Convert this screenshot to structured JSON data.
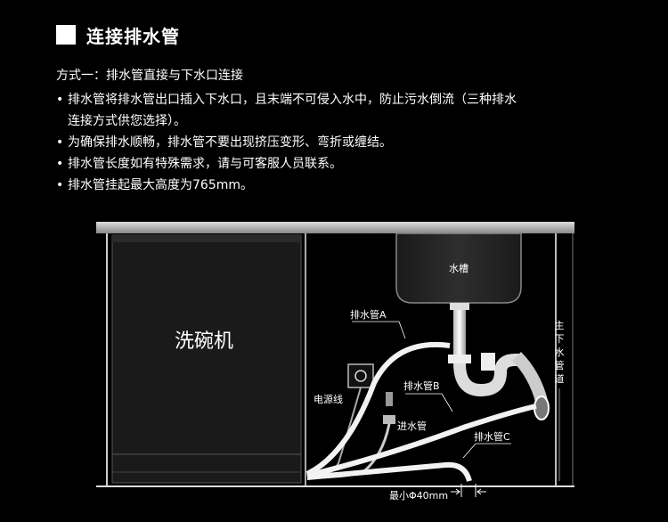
{
  "header": {
    "title": "连接排水管"
  },
  "intro": "方式一：排水管直接与下水口连接",
  "bullets": [
    {
      "line1": "排水管将排水管出口插入下水口，且末端不可侵入水中，防止污水倒流（三种排水",
      "line2": "连接方式供您选择）。"
    },
    {
      "line1": "为确保排水顺畅，排水管不要出现挤压变形、弯折或缠结。",
      "line2": ""
    },
    {
      "line1": "排水管长度如有特殊需求，请与可客服人员联系。",
      "line2": ""
    },
    {
      "line1": "排水管挂起最大高度为765mm。",
      "line2": ""
    }
  ],
  "diagram": {
    "dishwasher": "洗碗机",
    "sink": "水槽",
    "power_cord": "电源线",
    "inlet_hose": "进水管",
    "hose_a": "排水管A",
    "hose_b": "排水管B",
    "hose_c": "排水管C",
    "main_drain_chars": [
      "主",
      "下",
      "水",
      "管",
      "道"
    ],
    "min_diameter": "最小Φ40mm"
  }
}
